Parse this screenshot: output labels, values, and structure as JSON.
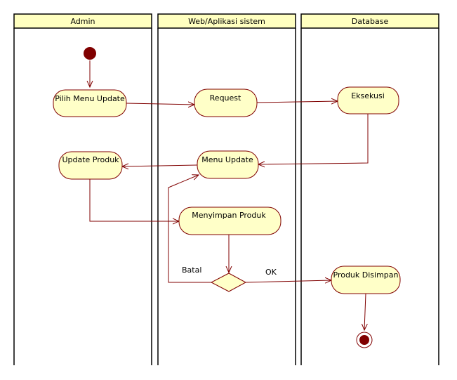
{
  "lanes": [
    {
      "id": "admin",
      "label": "Admin"
    },
    {
      "id": "web",
      "label": "Web/Aplikasi sistem"
    },
    {
      "id": "db",
      "label": "Database"
    }
  ],
  "activities": {
    "pilih_menu_update": "Pilih Menu Update",
    "request": "Request",
    "eksekusi": "Eksekusi",
    "update_produk": "Update Produk",
    "menu_update": "Menu Update",
    "menyimpan_produk": "Menyimpan Produk",
    "produk_disimpan": "Produk Disimpan"
  },
  "guards": {
    "batal": "Batal",
    "ok": "OK"
  },
  "colors": {
    "lane_header_fill": "#ffffc0",
    "node_fill": "#ffffc8",
    "node_stroke": "#800000",
    "edge": "#800000",
    "lane_border": "#000000",
    "initial_node": "#800000",
    "final_node": "#800000"
  }
}
